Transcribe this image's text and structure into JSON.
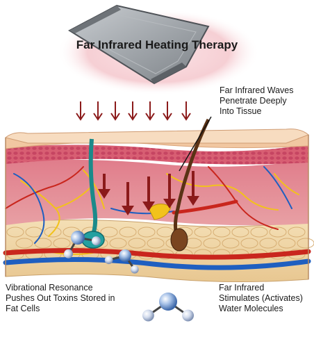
{
  "title": "Far Infrared Heating Therapy",
  "annotations": {
    "waves": [
      "Far Infrared Waves",
      "Penetrate Deeply",
      "Into Tissue"
    ],
    "toxins": [
      "Vibrational Resonance",
      "Pushes Out Toxins Stored in",
      "Fat Cells"
    ],
    "water": [
      "Far Infrared",
      "Stimulates (Activates)",
      "Water Molecules"
    ]
  },
  "colors": {
    "glow": "#f6cfd4",
    "pad": "#9ea3a8",
    "arrow": "#8b1a1a",
    "epidermis": "#f1c7a1",
    "dermis": "#d9707f",
    "fat": "#f2d7a6",
    "vein": "#1f5fc0",
    "artery": "#c9261d",
    "nerve": "#f2c21b",
    "hair": "#5a3215",
    "gland": "#1b8a8a"
  }
}
